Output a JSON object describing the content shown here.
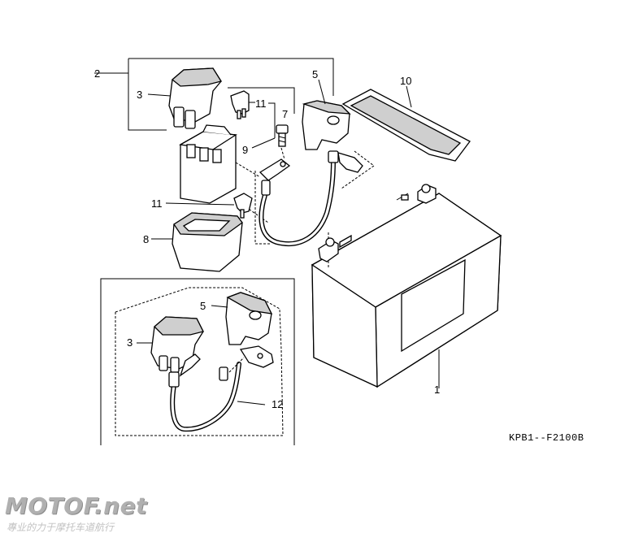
{
  "diagram": {
    "callouts": {
      "n1": "1",
      "n2": "2",
      "n3": "3",
      "n3b": "3",
      "n5": "5",
      "n5b": "5",
      "n7": "7",
      "n8": "8",
      "n9": "9",
      "n10": "10",
      "n11": "11",
      "n11b": "11",
      "n12": "12"
    },
    "code": "KPB1--F2100B"
  },
  "watermark": {
    "name": "MOTOF.net",
    "subtitle": "專业的力于摩托车道航行"
  }
}
